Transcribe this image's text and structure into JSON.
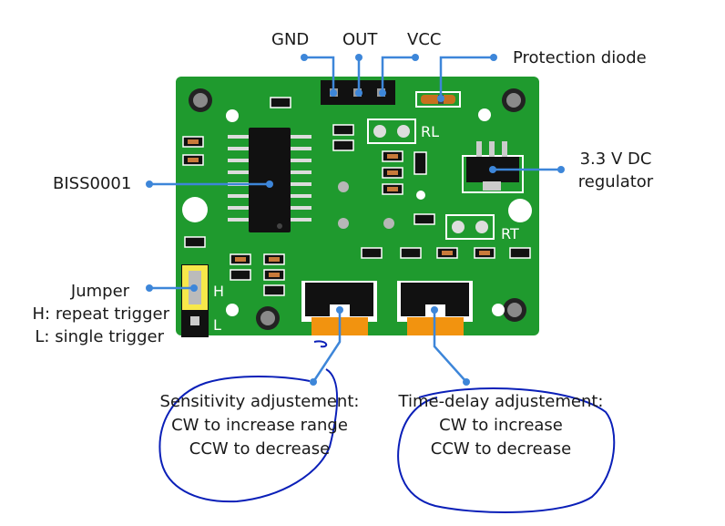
{
  "labels": {
    "gnd": "GND",
    "out": "OUT",
    "vcc": "VCC",
    "protection_diode": "Protection diode",
    "regulator_line1": "3.3 V DC",
    "regulator_line2": "regulator",
    "biss": "BISS0001",
    "jumper_line1": "Jumper",
    "jumper_line2": "H: repeat trigger",
    "jumper_line3": "L: single trigger",
    "sens_line1": "Sensitivity adjustement:",
    "sens_line2": "CW to increase range",
    "sens_line3": "CCW to decrease",
    "time_line1": "Time-delay adjustement:",
    "time_line2": "CW to increase",
    "time_line3": "CCW to decrease"
  },
  "board_marks": {
    "rl": "RL",
    "rt": "RT",
    "h": "H",
    "l": "L"
  },
  "colors": {
    "board": "#1f9a2e",
    "callout": "#3d86d9",
    "chip": "#111111",
    "potentiometer_knob": "#f2930f",
    "annotation_ink": "#0a1fb8",
    "jumper": "#f7e84a"
  }
}
